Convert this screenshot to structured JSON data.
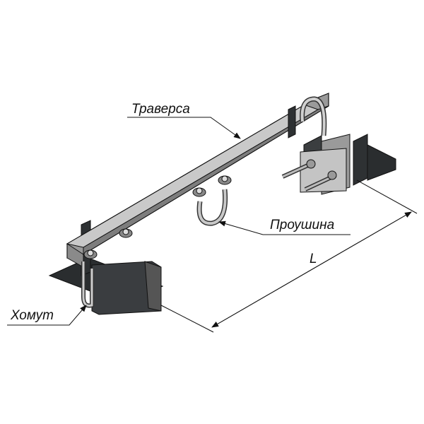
{
  "labels": {
    "traverse": "Траверса",
    "eyelet": "Проушина",
    "clamp": "Хомут",
    "length": "L"
  },
  "colors": {
    "steel_light": "#b9b9b9",
    "steel_mid": "#8e8e8e",
    "steel_dark": "#5a5a5a",
    "support_dark": "#2e3133",
    "line": "#111111"
  }
}
